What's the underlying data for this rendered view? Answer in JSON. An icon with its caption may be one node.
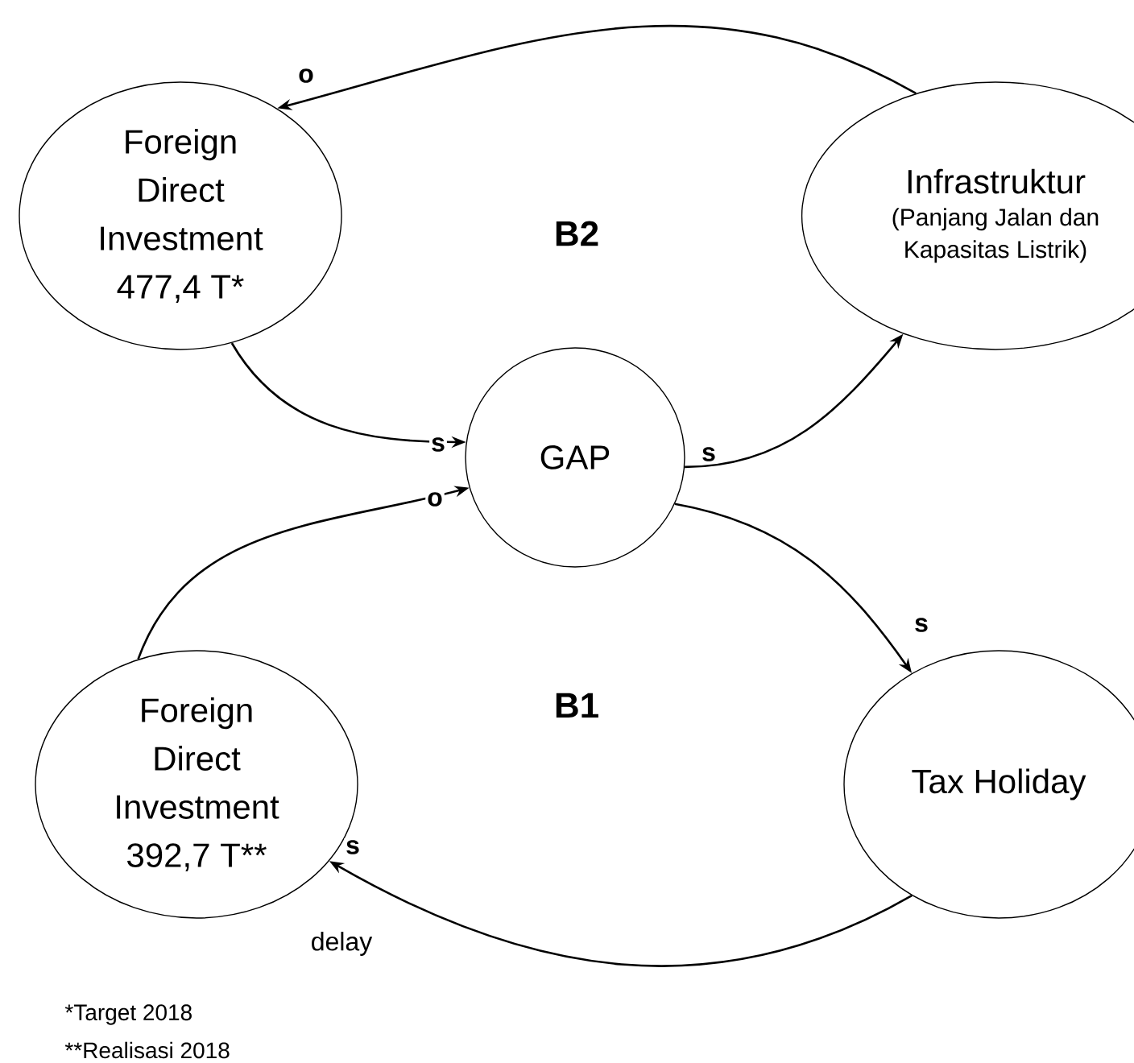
{
  "diagram": {
    "nodes": [
      {
        "text": [
          "Foreign Direct Investment 477,4 T*"
        ]
      },
      {
        "text": [
          "Infrastruktur",
          "(Panjang Jalan dan Kapasitas Listrik)"
        ]
      },
      {
        "text": [
          "GAP"
        ]
      },
      {
        "text": [
          "Foreign Direct Investment 392,7 T**"
        ]
      },
      {
        "text": [
          "Tax Holiday"
        ]
      }
    ],
    "edges": [
      {
        "from": 1,
        "to": 0,
        "arrow": "to",
        "label": "o"
      },
      {
        "from": 0,
        "to": 2,
        "arrow": "to",
        "label": "s"
      },
      {
        "from": 3,
        "to": 2,
        "arrow": "to",
        "label": "o"
      },
      {
        "from": 2,
        "to": 1,
        "arrow": "to",
        "label": "s"
      },
      {
        "from": 2,
        "to": 4,
        "arrow": "to",
        "label": "s"
      },
      {
        "from": 4,
        "to": 3,
        "arrow": "to",
        "label": "s"
      }
    ],
    "labels": [
      "B2",
      "B1",
      "delay",
      "*Target 2018",
      "**Realisasi 2018"
    ]
  }
}
